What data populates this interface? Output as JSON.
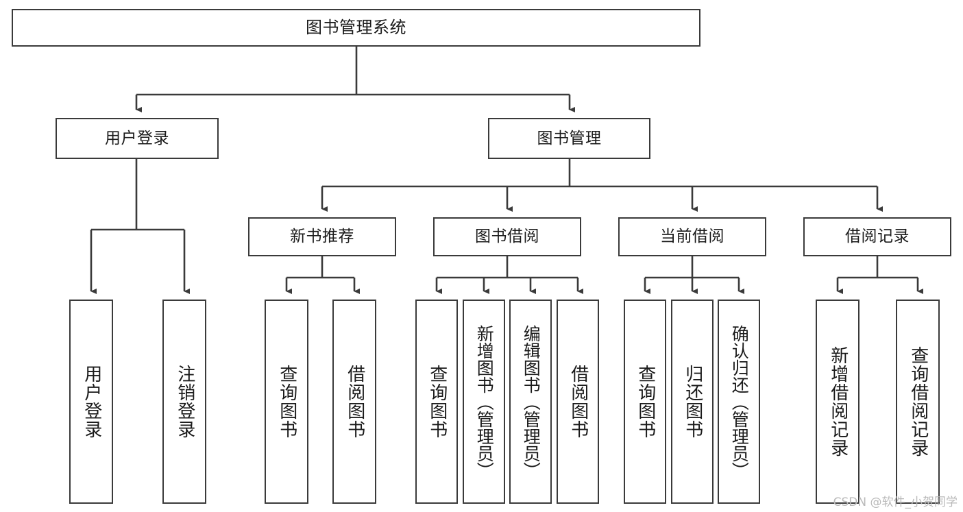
{
  "diagram": {
    "type": "tree-hierarchy",
    "title": "图书管理系统",
    "watermark": "CSDN @软件_小贺同学",
    "colors": {
      "background": "#ffffff",
      "node_border": "#3a3a3a",
      "node_fill": "#ffffff",
      "connector": "#3a3a3a",
      "text": "#1a1a1a",
      "watermark": "#b9b9b9"
    },
    "root": {
      "label": "图书管理系统"
    },
    "level2": [
      {
        "label": "用户登录"
      },
      {
        "label": "图书管理"
      }
    ],
    "level3": [
      {
        "label": "新书推荐"
      },
      {
        "label": "图书借阅"
      },
      {
        "label": "当前借阅"
      },
      {
        "label": "借阅记录"
      }
    ],
    "leaves": {
      "user_login": [
        {
          "label": "用户登录"
        },
        {
          "label": "注销登录"
        }
      ],
      "new_book_recommend": [
        {
          "label": "查询图书"
        },
        {
          "label": "借阅图书"
        }
      ],
      "book_borrow": [
        {
          "label": "查询图书"
        },
        {
          "label": "新增图书（管理员）"
        },
        {
          "label": "编辑图书（管理员）"
        },
        {
          "label": "借阅图书"
        }
      ],
      "current_borrow": [
        {
          "label": "查询图书"
        },
        {
          "label": "归还图书"
        },
        {
          "label": "确认归还（管理员）"
        }
      ],
      "borrow_record": [
        {
          "label": "新增借阅记录"
        },
        {
          "label": "查询借阅记录"
        }
      ]
    }
  }
}
